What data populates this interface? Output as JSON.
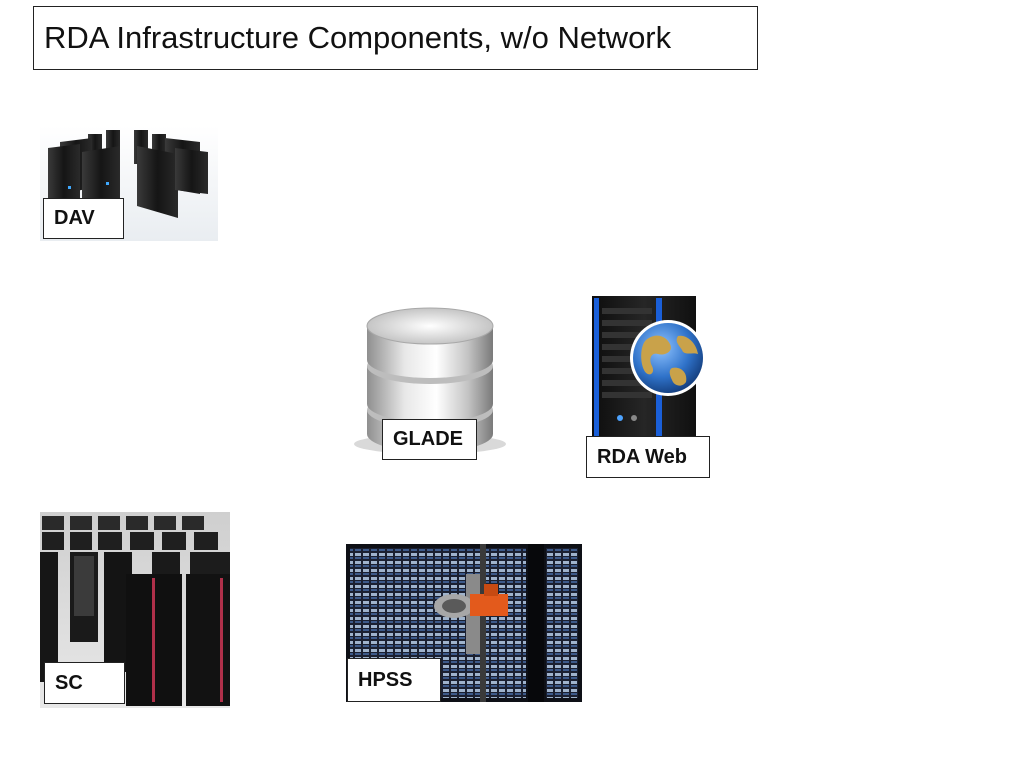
{
  "slide": {
    "title": "RDA Infrastructure Components, w/o Network"
  },
  "components": {
    "dav": {
      "label": "DAV",
      "icon": "server-cluster-icon"
    },
    "glade": {
      "label": "GLADE",
      "icon": "database-icon"
    },
    "rda_web": {
      "label": "RDA Web",
      "icon": "web-server-globe-icon"
    },
    "sc": {
      "label": "SC",
      "icon": "supercomputer-racks-icon"
    },
    "hpss": {
      "label": "HPSS",
      "icon": "tape-library-icon"
    }
  },
  "colors": {
    "rack_dark": "#1c1c1c",
    "rack_accent_blue": "#1a5fd8",
    "rack_accent_red": "#b0304a",
    "globe_ocean": "#2f72c9",
    "globe_land": "#c9a24a",
    "robot_orange": "#e35a1c"
  }
}
